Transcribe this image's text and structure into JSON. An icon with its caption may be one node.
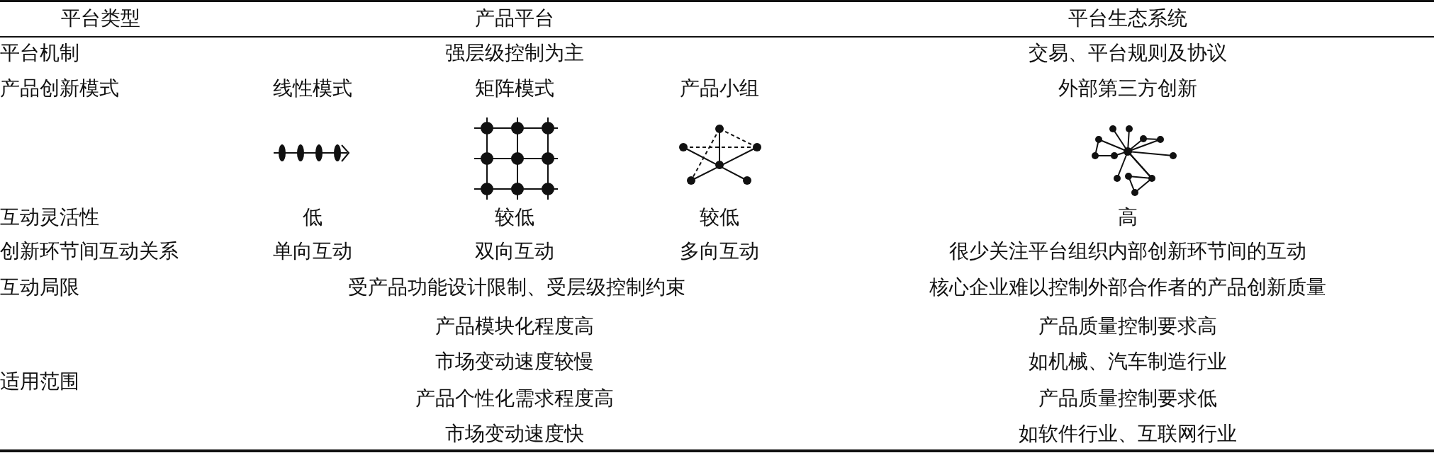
{
  "diagram": {
    "labels": [
      "平台类型",
      "产品平台",
      "平台生态系统",
      "平台机制",
      "强层级控制为主",
      "交易、平台规则及协议",
      "产品创新模式",
      "线性模式",
      "矩阵模式",
      "产品小组",
      "外部第三方创新",
      "互动灵活性",
      "低",
      "较低",
      "较低",
      "高",
      "创新环节间互动关系",
      "单向互动",
      "双向互动",
      "多向互动",
      "很少关注平台组织内部创新环节间的互动",
      "互动局限",
      "受产品功能设计限制、受层级控制约束",
      "核心企业难以控制外部合作者的产品创新质量",
      "产品模块化程度高",
      "产品质量控制要求高",
      "市场变动速度较慢",
      "如机械、汽车制造行业",
      "适用范围",
      "产品个性化需求程度高",
      "产品质量控制要求低",
      "市场变动速度快",
      "如软件行业、互联网行业"
    ]
  }
}
